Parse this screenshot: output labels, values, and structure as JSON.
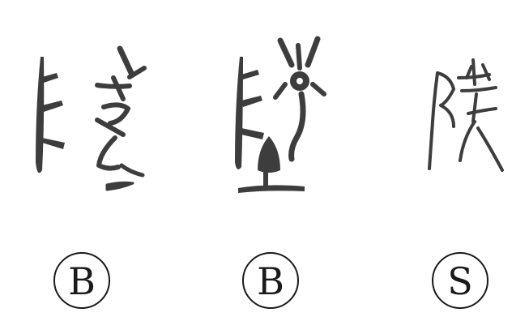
{
  "colors": {
    "ink": "#3d3d3d",
    "text": "#1a1a1a",
    "background": "#ffffff"
  },
  "glyphs": [
    {
      "name": "glyph-bronze-1",
      "style": "bronze"
    },
    {
      "name": "glyph-bronze-2",
      "style": "bronze"
    },
    {
      "name": "glyph-seal",
      "style": "seal"
    }
  ],
  "badges": [
    {
      "label": "B"
    },
    {
      "label": "B"
    },
    {
      "label": "S"
    }
  ]
}
